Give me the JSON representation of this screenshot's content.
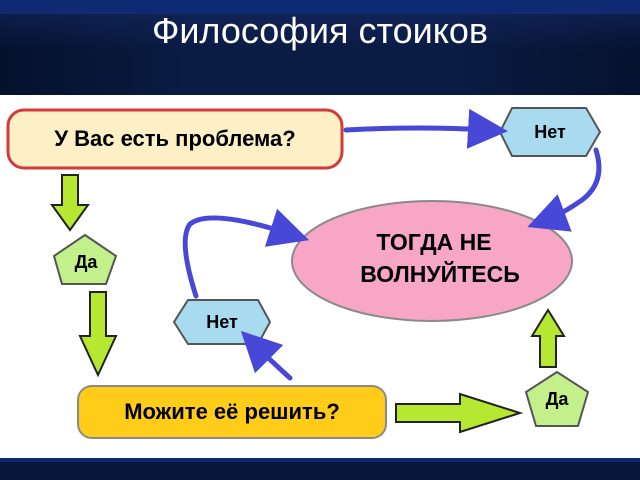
{
  "slide": {
    "title": "Философия стоиков"
  },
  "diagram": {
    "question_problem": "У Вас есть проблема?",
    "question_solve": "Можите её решить?",
    "result_line1": "ТОГДА НЕ",
    "result_line2": "ВОЛНУЙТЕСЬ",
    "yes_label_top": "Да",
    "yes_label_bottom": "Да",
    "no_label_top": "Нет",
    "no_label_middle": "Нет"
  },
  "colors": {
    "problem_box_fill": "#fdf0c7",
    "problem_box_border": "#d13b3b",
    "solve_box_fill": "#ffcc1a",
    "solve_box_border": "#8a8a8a",
    "ellipse_fill": "#f7a6c6",
    "yes_shape_fill": "#c3f08a",
    "no_shape_fill": "#a8daf0",
    "green_arrow": "#b6e832",
    "blue_arrow": "#4848d8",
    "header_bg": "#0a1c44"
  }
}
